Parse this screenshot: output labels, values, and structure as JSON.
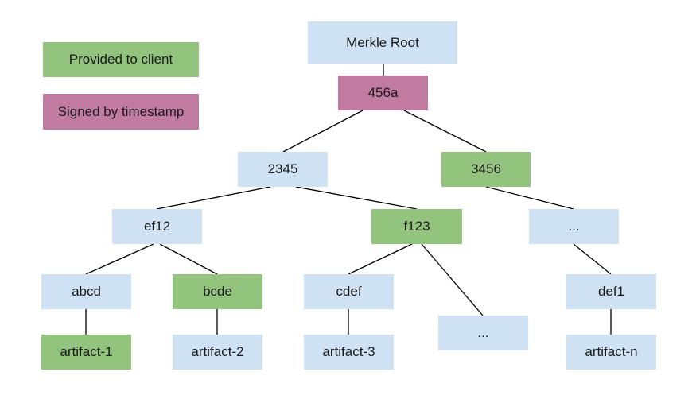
{
  "colors": {
    "default_node": "#cfe2f3",
    "provided_to_client": "#93c47d",
    "signed_by_timestamp": "#c27ba0",
    "edge": "#000000"
  },
  "legend": {
    "provided": "Provided to client",
    "signed": "Signed by timestamp"
  },
  "nodes": {
    "merkle_root": "Merkle Root",
    "n456a": "456a",
    "n2345": "2345",
    "n3456": "3456",
    "ef12": "ef12",
    "f123": "f123",
    "ellipsis_upper": "...",
    "abcd": "abcd",
    "bcde": "bcde",
    "cdef": "cdef",
    "ellipsis_lower": "...",
    "def1": "def1",
    "artifact_1": "artifact-1",
    "artifact_2": "artifact-2",
    "artifact_3": "artifact-3",
    "artifact_n": "artifact-n"
  }
}
